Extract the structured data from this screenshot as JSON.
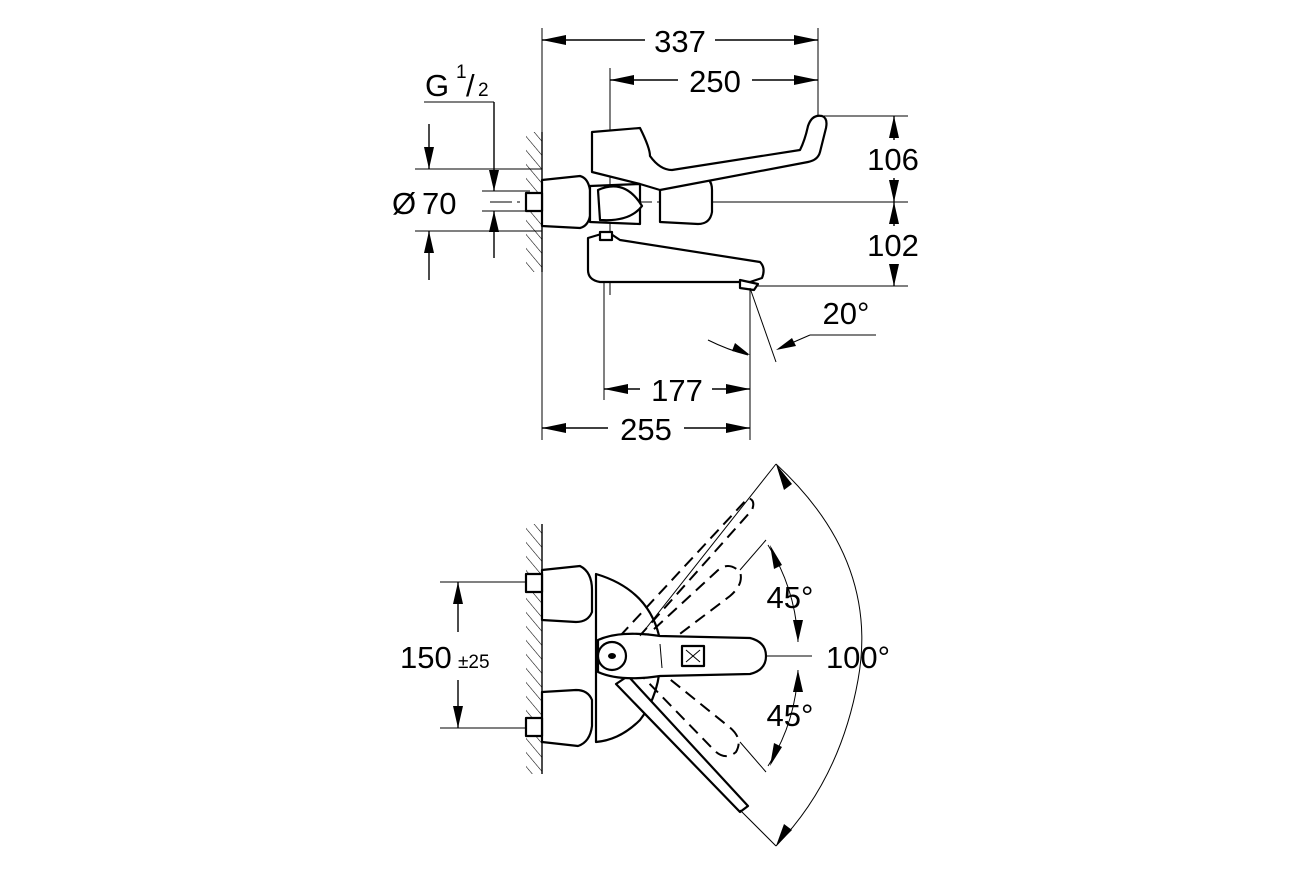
{
  "dimensions": {
    "overall_length": "337",
    "lever_length": "250",
    "lever_height": "106",
    "spout_drop": "102",
    "spout_angle": "20°",
    "spout_reach": "177",
    "spout_projection": "255",
    "diameter_symbol": "Ø",
    "diameter_value": "70",
    "thread": "G",
    "thread_numerator": "1",
    "thread_slash": "/",
    "thread_denominator": "2",
    "inlet_centres": "150",
    "inlet_tolerance": "±25",
    "lever_angle_upper": "45°",
    "lever_angle_lower": "45°",
    "lever_total_angle": "100°"
  }
}
